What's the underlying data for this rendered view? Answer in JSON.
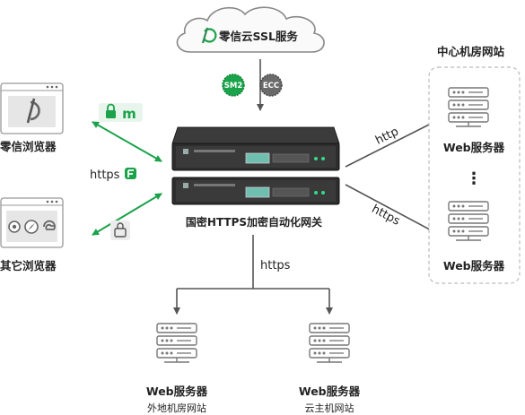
{
  "cloud": {
    "title": "零信云SSL服务"
  },
  "algorithms": {
    "sm2": "SM2",
    "ecc": "ECC"
  },
  "gateway": {
    "label": "国密HTTPS加密自动化网关"
  },
  "browsers": {
    "zero_trust": {
      "label": "零信浏览器",
      "secure_tag": "m"
    },
    "other": {
      "label": "其它浏览器"
    }
  },
  "protocols": {
    "https_left": "https",
    "https_down": "https",
    "http_right": "http",
    "https_right": "https"
  },
  "datacenter": {
    "title": "中心机房网站",
    "servers": [
      "Web服务器",
      "Web服务器"
    ],
    "ellipsis": "⋮"
  },
  "bottom_servers": [
    {
      "label": "Web服务器",
      "caption": "外地机房网站"
    },
    {
      "label": "Web服务器",
      "caption": "云主机网站"
    }
  ],
  "colors": {
    "green": "#1aa34a",
    "arrow": "#555555",
    "chassis": "#2b2b2b"
  }
}
